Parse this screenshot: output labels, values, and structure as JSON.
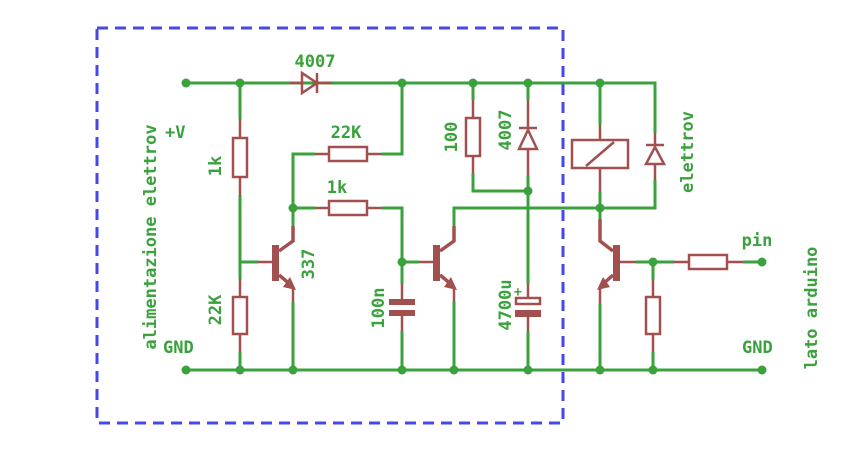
{
  "colors": {
    "wire": "#3aa13c",
    "component": "#a24f4f",
    "border": "#4747ee",
    "background": "#ffffff"
  },
  "power_section": {
    "label": "alimentazione elettrov",
    "supply_label": "+V",
    "ground_label": "GND"
  },
  "arduino_section": {
    "label": "lato arduino",
    "pin_label": "pin",
    "ground_label": "GND"
  },
  "components": {
    "series_diode": {
      "value": "4007"
    },
    "r_1k_vertical": {
      "value": "1k"
    },
    "r_22k_vertical": {
      "value": "22K"
    },
    "r_22k_horizontal": {
      "value": "22K"
    },
    "r_1k_horizontal": {
      "value": "1k"
    },
    "q1": {
      "value": "337"
    },
    "c_100n": {
      "value": "100n"
    },
    "r_100": {
      "value": "100"
    },
    "clamp_diode": {
      "value": "4007"
    },
    "c_4700u": {
      "value": "4700u",
      "polarity": "+"
    },
    "relay": {
      "value": "elettrov"
    }
  }
}
